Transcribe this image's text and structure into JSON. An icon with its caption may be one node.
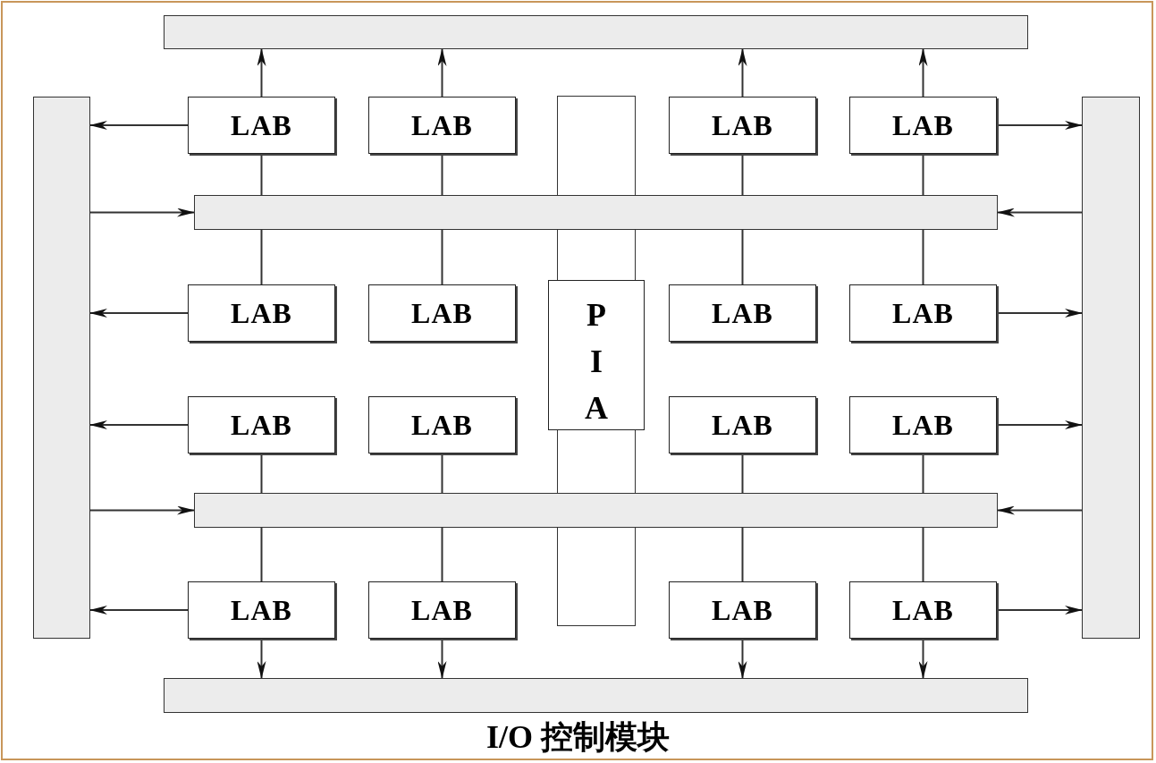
{
  "diagram": {
    "caption": "I/O 控制模块",
    "nodes": [
      {
        "text": [],
        "shape": "bar"
      },
      {
        "text": [],
        "shape": "bar"
      },
      {
        "text": [],
        "shape": "bar"
      },
      {
        "text": [],
        "shape": "bar"
      },
      {
        "text": [
          "LAB"
        ]
      },
      {
        "text": [
          "LAB"
        ]
      },
      {
        "text": [
          "LAB"
        ]
      },
      {
        "text": [
          "LAB"
        ]
      },
      {
        "text": [],
        "shape": "bar"
      },
      {
        "text": [
          "PIA"
        ]
      },
      {
        "text": [
          "LAB"
        ]
      },
      {
        "text": [
          "LAB"
        ]
      },
      {
        "text": [
          "LAB"
        ]
      },
      {
        "text": [
          "LAB"
        ]
      },
      {
        "text": [
          "LAB"
        ]
      },
      {
        "text": [
          "LAB"
        ]
      },
      {
        "text": [
          "LAB"
        ]
      },
      {
        "text": [
          "LAB"
        ]
      },
      {
        "text": [],
        "shape": "bar"
      },
      {
        "text": [
          "LAB"
        ]
      },
      {
        "text": [
          "LAB"
        ]
      },
      {
        "text": [
          "LAB"
        ]
      },
      {
        "text": [
          "LAB"
        ]
      },
      {
        "text": [],
        "shape": "bar"
      }
    ],
    "edges": [
      {
        "from": 4,
        "to": 0,
        "arrow": "to"
      },
      {
        "from": 5,
        "to": 0,
        "arrow": "to"
      },
      {
        "from": 6,
        "to": 0,
        "arrow": "to"
      },
      {
        "from": 7,
        "to": 0,
        "arrow": "to"
      },
      {
        "from": 4,
        "to": 1,
        "arrow": "to"
      },
      {
        "from": 10,
        "to": 1,
        "arrow": "to"
      },
      {
        "from": 14,
        "to": 1,
        "arrow": "to"
      },
      {
        "from": 19,
        "to": 1,
        "arrow": "to"
      },
      {
        "from": 7,
        "to": 2,
        "arrow": "to"
      },
      {
        "from": 13,
        "to": 2,
        "arrow": "to"
      },
      {
        "from": 17,
        "to": 2,
        "arrow": "to"
      },
      {
        "from": 22,
        "to": 2,
        "arrow": "to"
      },
      {
        "from": 1,
        "to": 8,
        "arrow": "to"
      },
      {
        "from": 2,
        "to": 8,
        "arrow": "to"
      },
      {
        "from": 1,
        "to": 18,
        "arrow": "to"
      },
      {
        "from": 2,
        "to": 18,
        "arrow": "to"
      },
      {
        "from": 4,
        "to": 8,
        "arrow": "none"
      },
      {
        "from": 5,
        "to": 8,
        "arrow": "none"
      },
      {
        "from": 6,
        "to": 8,
        "arrow": "none"
      },
      {
        "from": 7,
        "to": 8,
        "arrow": "none"
      },
      {
        "from": 8,
        "to": 10,
        "arrow": "none"
      },
      {
        "from": 8,
        "to": 11,
        "arrow": "none"
      },
      {
        "from": 8,
        "to": 12,
        "arrow": "none"
      },
      {
        "from": 8,
        "to": 13,
        "arrow": "none"
      },
      {
        "from": 14,
        "to": 18,
        "arrow": "none"
      },
      {
        "from": 15,
        "to": 18,
        "arrow": "none"
      },
      {
        "from": 16,
        "to": 18,
        "arrow": "none"
      },
      {
        "from": 17,
        "to": 18,
        "arrow": "none"
      },
      {
        "from": 18,
        "to": 19,
        "arrow": "none"
      },
      {
        "from": 18,
        "to": 20,
        "arrow": "none"
      },
      {
        "from": 18,
        "to": 21,
        "arrow": "none"
      },
      {
        "from": 18,
        "to": 22,
        "arrow": "none"
      },
      {
        "from": 19,
        "to": 23,
        "arrow": "to"
      },
      {
        "from": 20,
        "to": 23,
        "arrow": "to"
      },
      {
        "from": 21,
        "to": 23,
        "arrow": "to"
      },
      {
        "from": 22,
        "to": 23,
        "arrow": "to"
      }
    ]
  }
}
